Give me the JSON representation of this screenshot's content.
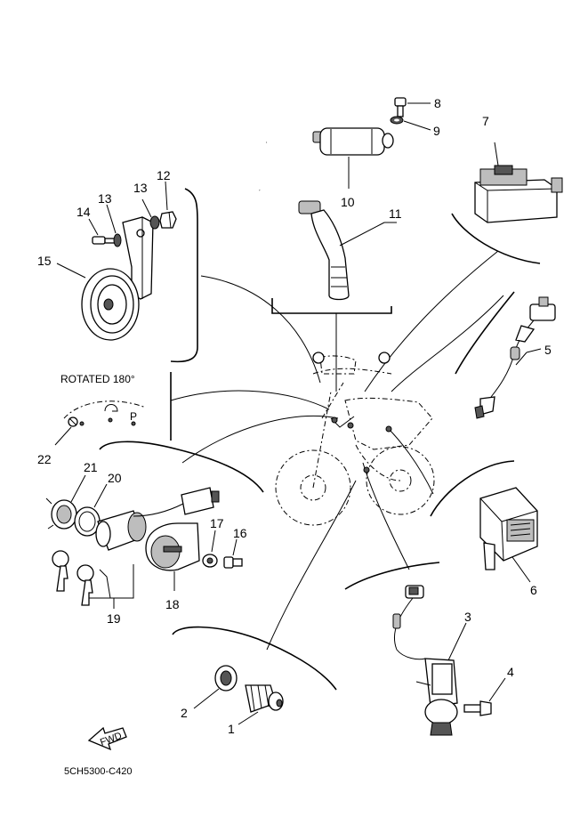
{
  "labels": {
    "p1": "1",
    "p2": "2",
    "p3": "3",
    "p4": "4",
    "p5": "5",
    "p6": "6",
    "p7": "7",
    "p8": "8",
    "p9": "9",
    "p10": "10",
    "p11": "11",
    "p12": "12",
    "p13a": "13",
    "p13b": "13",
    "p14": "14",
    "p15": "15",
    "p16": "16",
    "p17": "17",
    "p18": "18",
    "p19": "19",
    "p20": "20",
    "p21": "21",
    "p22": "22"
  },
  "rotated_note": "ROTATED 180°",
  "diagram_code": "5CH5300-C420",
  "fwd_label": "FWD"
}
